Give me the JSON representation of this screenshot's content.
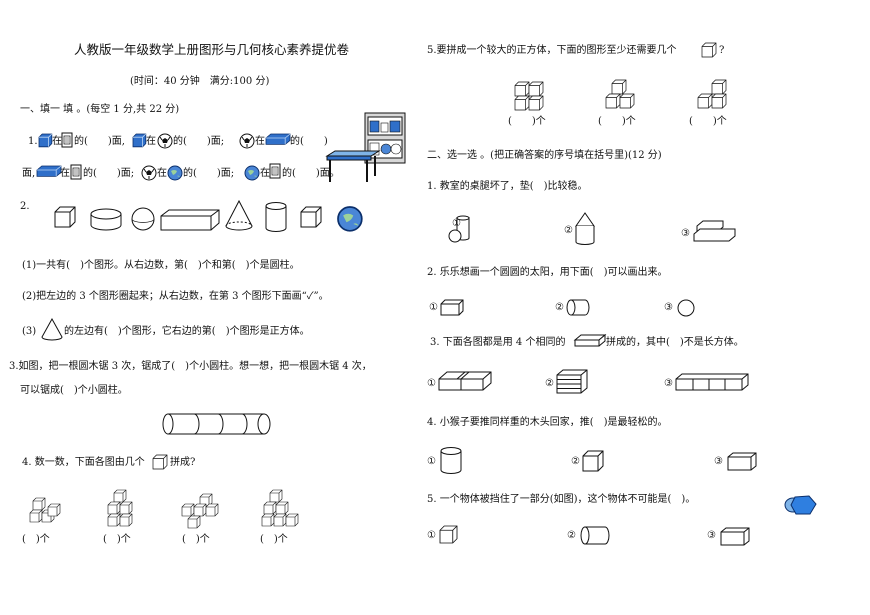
{
  "header": {
    "title": "人教版一年级数学上册图形与几何核心素养提优卷",
    "subtitle": "(时间：40 分钟　满分:100 分)"
  },
  "left": {
    "sec1": "一、填一 填 。(每空 1 分,共 22 分)",
    "q1a": {
      "n": "1.",
      "s1": "在",
      "s2": "的(　　)面,",
      "s3": "在",
      "s4": "的(　　)面;",
      "s5": "在",
      "s6": "的(　　)"
    },
    "q1b": {
      "s0": "面,",
      "s1": "在",
      "s2": "的(　　)面;",
      "s3": "在",
      "s4": "的(　　)面;",
      "s5": "在",
      "s6": "的(　　)面。"
    },
    "q2": {
      "n": "2.",
      "p1": "(1)一共有(　)个图形。从右边数，第(　)个和第(　)个是圆柱。",
      "p2": "(2)把左边的 3 个图形圈起来；从右边数，在第 3 个图形下面画“✓”。",
      "p3a": "(3)",
      "p3b": "的左边有(　)个图形，它右边的第(　)个图形是正方体。"
    },
    "q3": {
      "l1": "3.如图，把一根圆木锯 3 次，锯成了(　)个小圆柱。想一想，把一根圆木锯 4 次，",
      "l2": "可以锯成(　)个小圆柱。"
    },
    "q4": {
      "a": "4. 数一数，下面各图由几个",
      "b": "拼成?",
      "blanks": [
        "(　)个",
        "(　)个",
        "(　)个",
        "(　)个"
      ]
    }
  },
  "right": {
    "q5": {
      "a": "5.要拼成一个较大的正方体，下面的图形至少还需要几个",
      "b": "?",
      "blanks": [
        "(　　)个",
        "(　　)个",
        "(　　)个"
      ]
    },
    "sec2": "二、选一选 。(把正确答案的序号填在括号里)(12 分)",
    "c1": {
      "q": "1. 教室的桌腿坏了，垫(　)比较稳。",
      "opts": [
        "①",
        "②",
        "③"
      ]
    },
    "c2": {
      "q": "2. 乐乐想画一个圆圆的太阳，用下面(　)可以画出来。",
      "opts": [
        "①",
        "②",
        "③"
      ]
    },
    "c3": {
      "a": "3. 下面各图都是用 4 个相同的",
      "b": "拼成的，其中(　)不是长方体。",
      "opts": [
        "①",
        "②",
        "③"
      ]
    },
    "c4": {
      "q": "4. 小猴子要推同样重的木头回家，推(　)是最轻松的。",
      "opts": [
        "①",
        "②",
        "③"
      ]
    },
    "c5": {
      "q": "5. 一个物体被挡住了一部分(如图)，这个物体不可能是(　)。",
      "opts": [
        "①",
        "②",
        "③"
      ]
    }
  },
  "colors": {
    "blue": "#2f6fc9",
    "lightblue": "#7fb4e8",
    "ink": "#111111"
  },
  "icons": [
    "cube-icon",
    "cylinder-icon",
    "sphere-icon",
    "cuboid-icon",
    "cone-icon",
    "shelf-icon",
    "table-icon",
    "soccer-ball-icon",
    "globe-icon"
  ]
}
